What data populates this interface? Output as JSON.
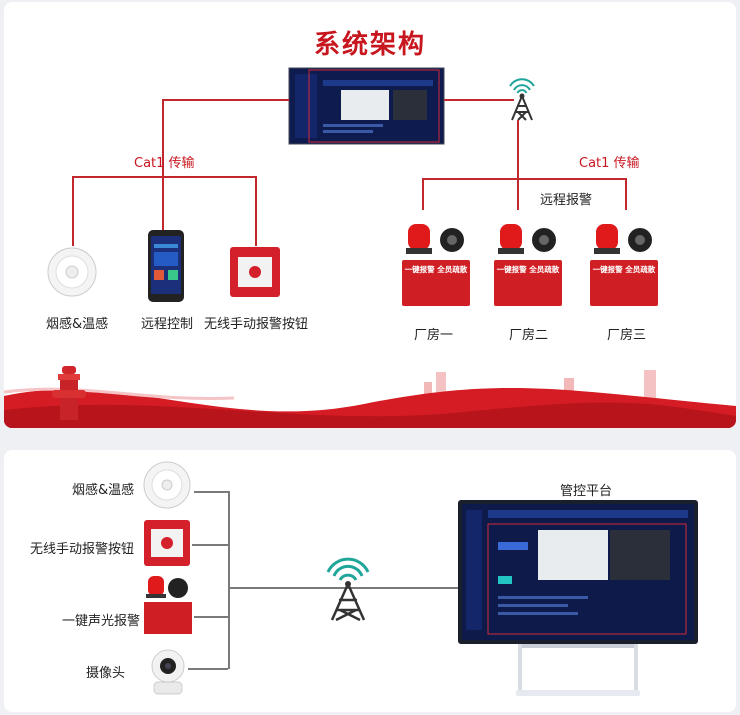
{
  "top": {
    "title": "系统架构",
    "cat1_left": "Cat1 传输",
    "cat1_right": "Cat1 传输",
    "remote_alarm": "远程报警",
    "devices": [
      {
        "label": "烟感&温感"
      },
      {
        "label": "远程控制"
      },
      {
        "label": "无线手动报警按钮"
      }
    ],
    "factories": [
      {
        "label": "厂房一"
      },
      {
        "label": "厂房二"
      },
      {
        "label": "厂房三"
      }
    ],
    "alarm_board_text": "一键报警  全员疏散"
  },
  "bottom": {
    "platform_label": "管控平台",
    "devices": [
      {
        "label": "烟感&温感"
      },
      {
        "label": "无线手动报警按钮"
      },
      {
        "label": "一键声光报警"
      },
      {
        "label": "摄像头"
      }
    ]
  },
  "colors": {
    "brand_red": "#c8161e",
    "line_red": "#c0282e",
    "screen_dark": "#0d1a4a",
    "tower_teal": "#1fa59a"
  }
}
